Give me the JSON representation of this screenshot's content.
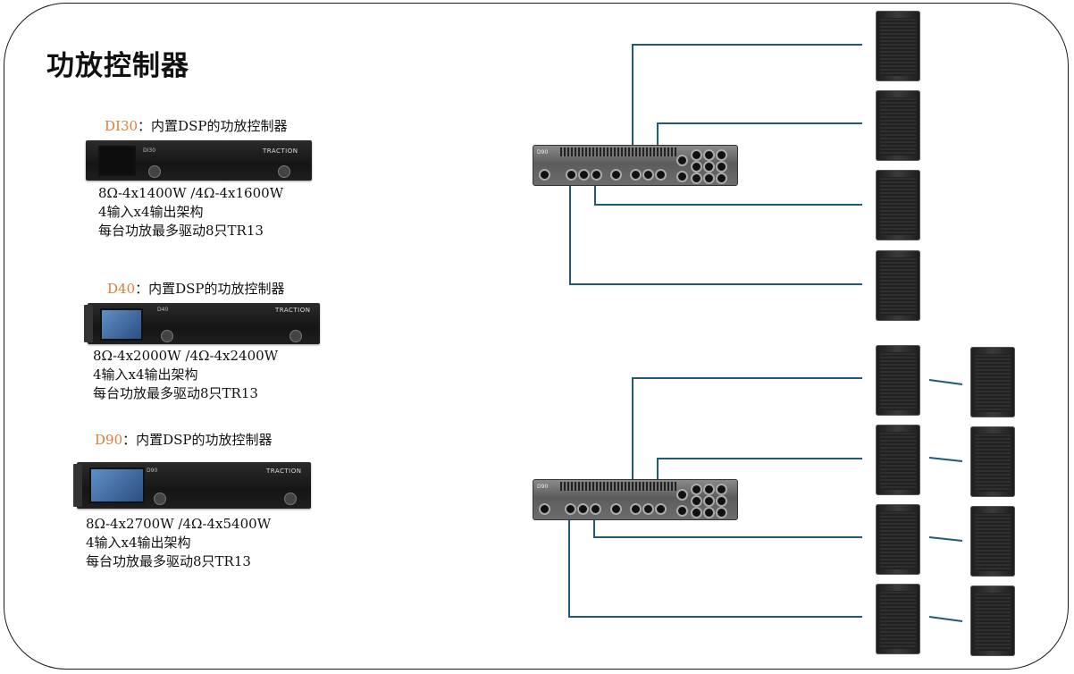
{
  "title": "功放控制器",
  "products": [
    {
      "model": "DI30",
      "desc": "：内置DSP的功放控制器",
      "device_label": "DI30",
      "brand": "TRACTION",
      "specs": [
        "8Ω-4x1400W /4Ω-4x1600W",
        "4输入x4输出架构",
        "每台功放最多驱动8只TR13"
      ]
    },
    {
      "model": "D40",
      "desc": "：内置DSP的功放控制器",
      "device_label": "D40",
      "brand": "TRACTION",
      "specs": [
        "8Ω-4x2000W /4Ω-4x2400W",
        "4输入x4输出架构",
        "每台功放最多驱动8只TR13"
      ]
    },
    {
      "model": "D90",
      "desc": "：内置DSP的功放控制器",
      "device_label": "D90",
      "brand": "TRACTION",
      "specs": [
        "8Ω-4x2700W /4Ω-4x5400W",
        "4输入x4输出架构",
        "每台功放最多驱动8只TR13"
      ]
    }
  ],
  "rear_panels": [
    {
      "label": "D90"
    },
    {
      "label": "D90"
    }
  ],
  "colors": {
    "accent_model": "#e07b39",
    "wire": "#1f5a78",
    "frame": "#1a1a1a"
  }
}
